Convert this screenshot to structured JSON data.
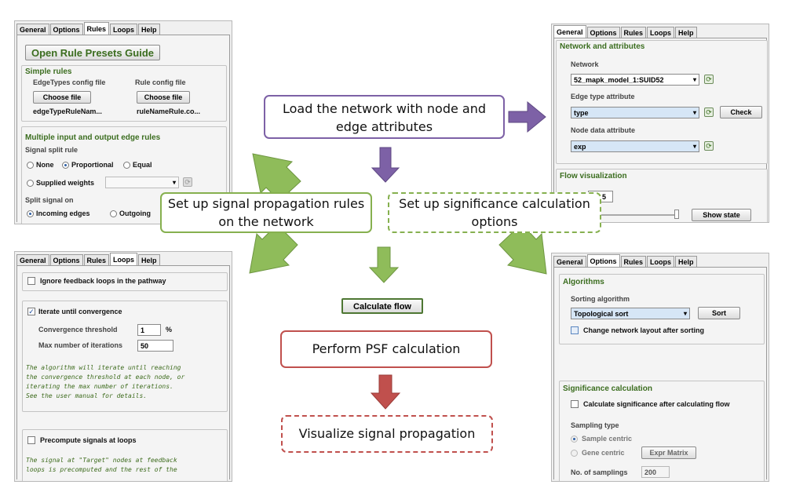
{
  "panel_rules": {
    "tabs": [
      "General",
      "Options",
      "Rules",
      "Loops",
      "Help"
    ],
    "active_tab": "Rules",
    "presets_button": "Open Rule Presets Guide",
    "simple_rules": {
      "title": "Simple rules",
      "edge_types_label": "EdgeTypes config file",
      "rule_config_label": "Rule config file",
      "choose_file_1": "Choose file",
      "choose_file_2": "Choose file",
      "edge_file": "edgeTypeRuleNam...",
      "rule_file": "ruleNameRule.co..."
    },
    "multi_rules": {
      "title": "Multiple input and output edge rules",
      "split_rule_label": "Signal split rule",
      "opt_none": "None",
      "opt_proportional": "Proportional",
      "opt_equal": "Equal",
      "opt_supplied": "Supplied weights",
      "split_on_label": "Split signal on",
      "opt_incoming": "Incoming edges",
      "opt_outgoing": "Outgoing"
    }
  },
  "panel_general": {
    "tabs": [
      "General",
      "Options",
      "Rules",
      "Loops",
      "Help"
    ],
    "active_tab": "General",
    "network_attrs_title": "Network and attributes",
    "network_label": "Network",
    "network_value": "52_mapk_model_1:SUID52",
    "edge_type_label": "Edge type attribute",
    "edge_type_value": "type",
    "check_button": "Check",
    "node_data_label": "Node data attribute",
    "node_data_value": "exp",
    "flow_vis_title": "Flow visualization",
    "flow_field_value": "5",
    "show_state_button": "Show state"
  },
  "panel_loops": {
    "tabs": [
      "General",
      "Options",
      "Rules",
      "Loops",
      "Help"
    ],
    "active_tab": "Loops",
    "ignore_feedback": "Ignore feedback loops in the pathway",
    "iterate_label": "Iterate until convergence",
    "conv_threshold_label": "Convergence threshold",
    "conv_threshold_value": "1",
    "conv_unit": "%",
    "max_iter_label": "Max number of iterations",
    "max_iter_value": "50",
    "note_1": "The algorithm will iterate until reaching\nthe convergence threshold at each node, or\niterating the max number of iterations.\nSee the user manual for details.",
    "precompute_label": "Precompute signals at loops",
    "note_2": "The signal at \"Target\" nodes at feedback\nloops is precomputed and the rest of the"
  },
  "panel_options": {
    "tabs": [
      "General",
      "Options",
      "Rules",
      "Loops",
      "Help"
    ],
    "active_tab": "Options",
    "algorithms_title": "Algorithms",
    "sorting_label": "Sorting algorithm",
    "sorting_value": "Topological sort",
    "sort_button": "Sort",
    "change_layout": "Change network layout after sorting",
    "significance_title": "Significance calculation",
    "calc_significance": "Calculate significance after calculating flow",
    "sampling_type_label": "Sampling type",
    "opt_sample": "Sample centric",
    "opt_gene": "Gene centric",
    "expr_matrix_button": "Expr Matrix",
    "num_samplings_label": "No. of samplings",
    "num_samplings_value": "200"
  },
  "calculate_flow_button": "Calculate flow",
  "callouts": {
    "load_line1": "Load the network with node and",
    "load_line2": "edge attributes",
    "rules_line1": "Set up signal propagation rules",
    "rules_line2": "on the network",
    "sig_line1": "Set up significance calculation",
    "sig_line2": "options",
    "psf": "Perform PSF calculation",
    "visualize": "Visualize signal propagation"
  },
  "colors": {
    "purple": "#7d61a6",
    "green": "#86b04f",
    "red": "#c0504d",
    "panel_title_green": "#3b6d1f"
  }
}
